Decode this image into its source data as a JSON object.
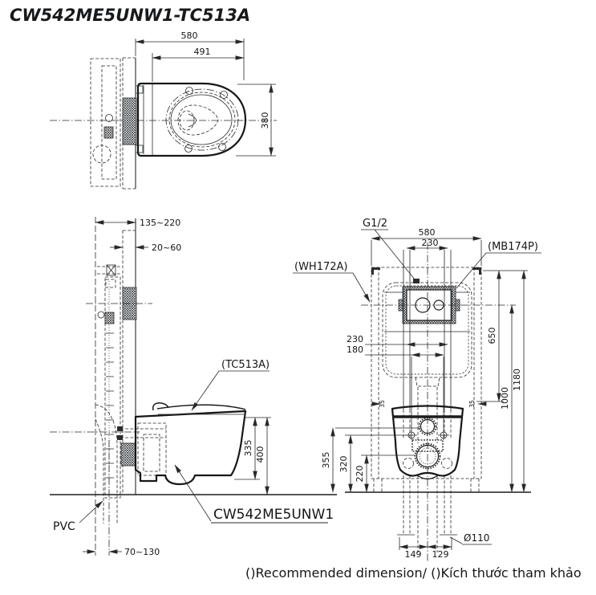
{
  "title": "CW542ME5UNW1-TC513A",
  "footer": "()Recommended dimension/ ()Kích thước tham khảo",
  "top_view": {
    "dim_total_depth": "580",
    "dim_seat_length": "491",
    "dim_bowl_width": "380"
  },
  "side_view": {
    "dim_frame_depth": "135~220",
    "dim_wall_finish": "20~60",
    "label_seat": "(TC513A)",
    "label_bowl": "CW542ME5UNW1",
    "label_pipe": "PVC",
    "dim_bowl_height": "335",
    "dim_rim_height": "400",
    "dim_drain_offset": "70~130"
  },
  "front_view": {
    "label_inlet": "G1/2",
    "label_plate": "(MB174P)",
    "label_tank": "(WH172A)",
    "dim_frame_width": "580",
    "dim_supply_span_top": "230",
    "dim_supply_span": "230",
    "dim_bolt_span": "180",
    "dim_650": "650",
    "dim_1000": "1000",
    "dim_frame_height": "1180",
    "dim_inlet_height": "355",
    "dim_bolt_height": "320",
    "dim_drain_height": "220",
    "dim_left_pipe": "149",
    "dim_right_pipe": "129",
    "dim_drain_dia": "Ø110",
    "dim_gap_left": "35",
    "dim_gap_right": "35"
  }
}
